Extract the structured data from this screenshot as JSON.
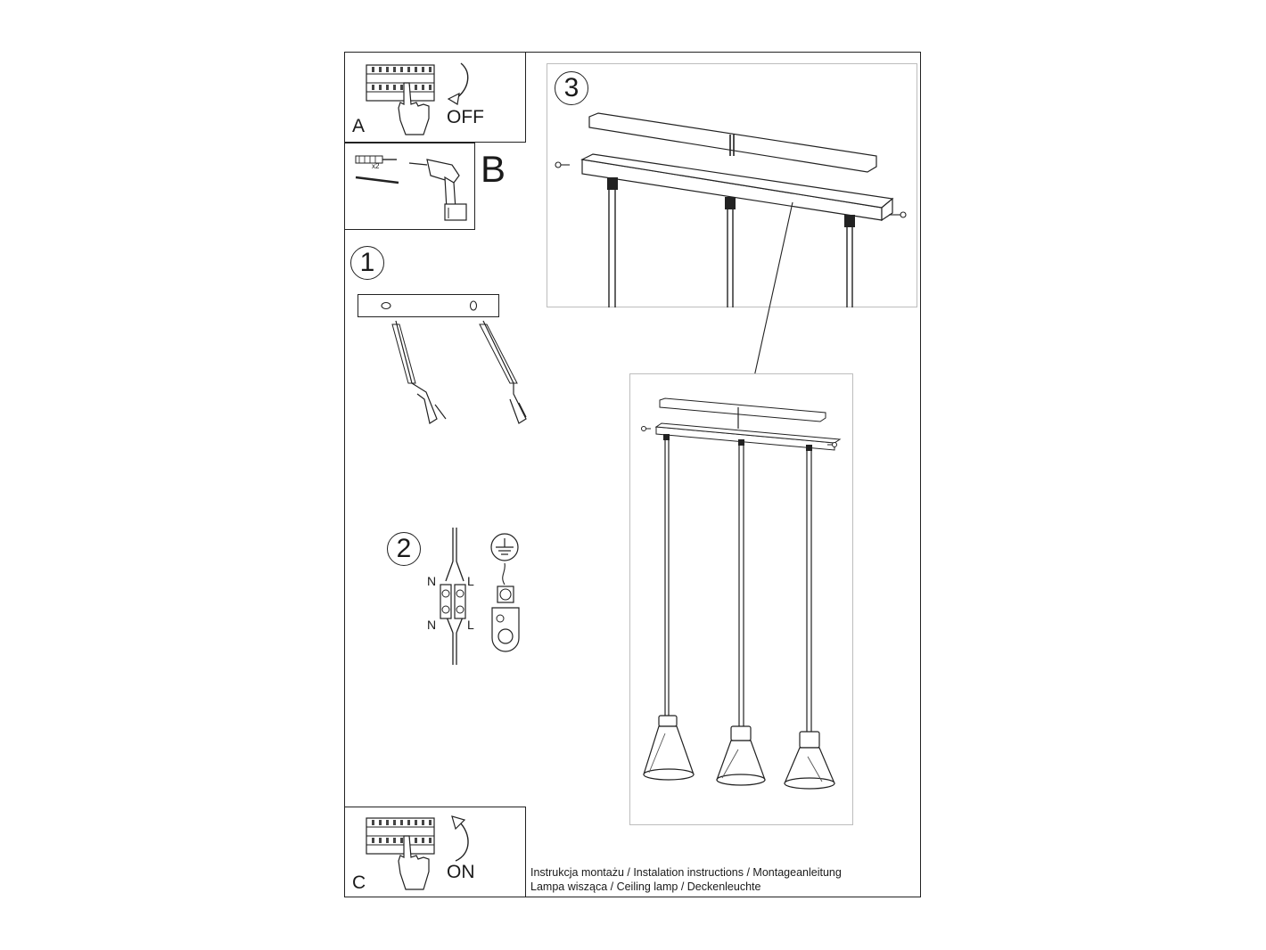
{
  "panels": {
    "a": {
      "letter": "A",
      "word": "OFF"
    },
    "b": {
      "letter": "B",
      "count": "x2"
    },
    "c": {
      "letter": "C",
      "word": "ON"
    }
  },
  "steps": {
    "s1": "1",
    "s2": "2",
    "s3": "3"
  },
  "wiring": {
    "n_top": "N",
    "l_top": "L",
    "n_bottom": "N",
    "l_bottom": "L"
  },
  "footer": {
    "line1": "Instrukcja montażu / Instalation instructions / Montageanleitung",
    "line2": "Lampa wisząca / Ceiling lamp / Deckenleuchte"
  }
}
